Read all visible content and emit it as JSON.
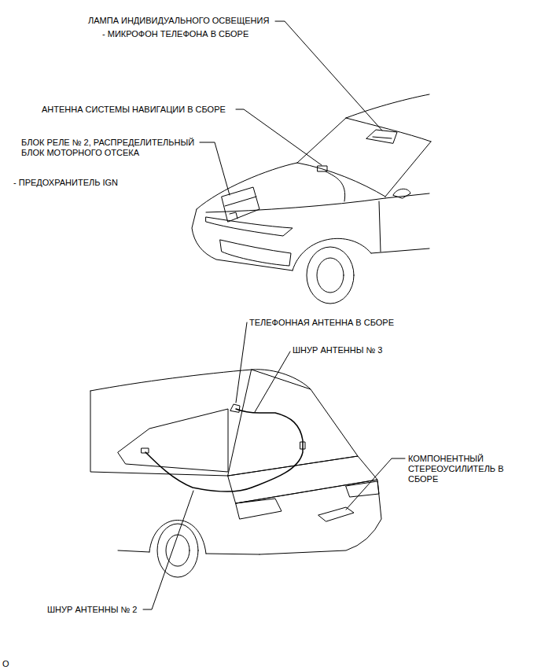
{
  "diagram": {
    "labels": [
      "ЛАМПА ИНДИВИДУАЛЬНОГО ОСВЕЩЕНИЯ",
      "- МИКРОФОН ТЕЛЕФОНА В СБОРЕ",
      "АНТЕННА СИСТЕМЫ НАВИГАЦИИ В СБОРЕ",
      "БЛОК РЕЛЕ № 2, РАСПРЕДЕЛИТЕЛЬНЫЙ БЛОК МОТОРНОГО ОТСЕКА",
      "- ПРЕДОХРАНИТЕЛЬ IGN",
      "ТЕЛЕФОННАЯ АНТЕННА В СБОРЕ",
      "ШНУР АНТЕННЫ № 3",
      "КОМПОНЕНТНЫЙ СТЕРЕОУСИЛИТЕЛЬ В СБОРЕ",
      "ШНУР АНТЕННЫ № 2",
      "O"
    ]
  }
}
